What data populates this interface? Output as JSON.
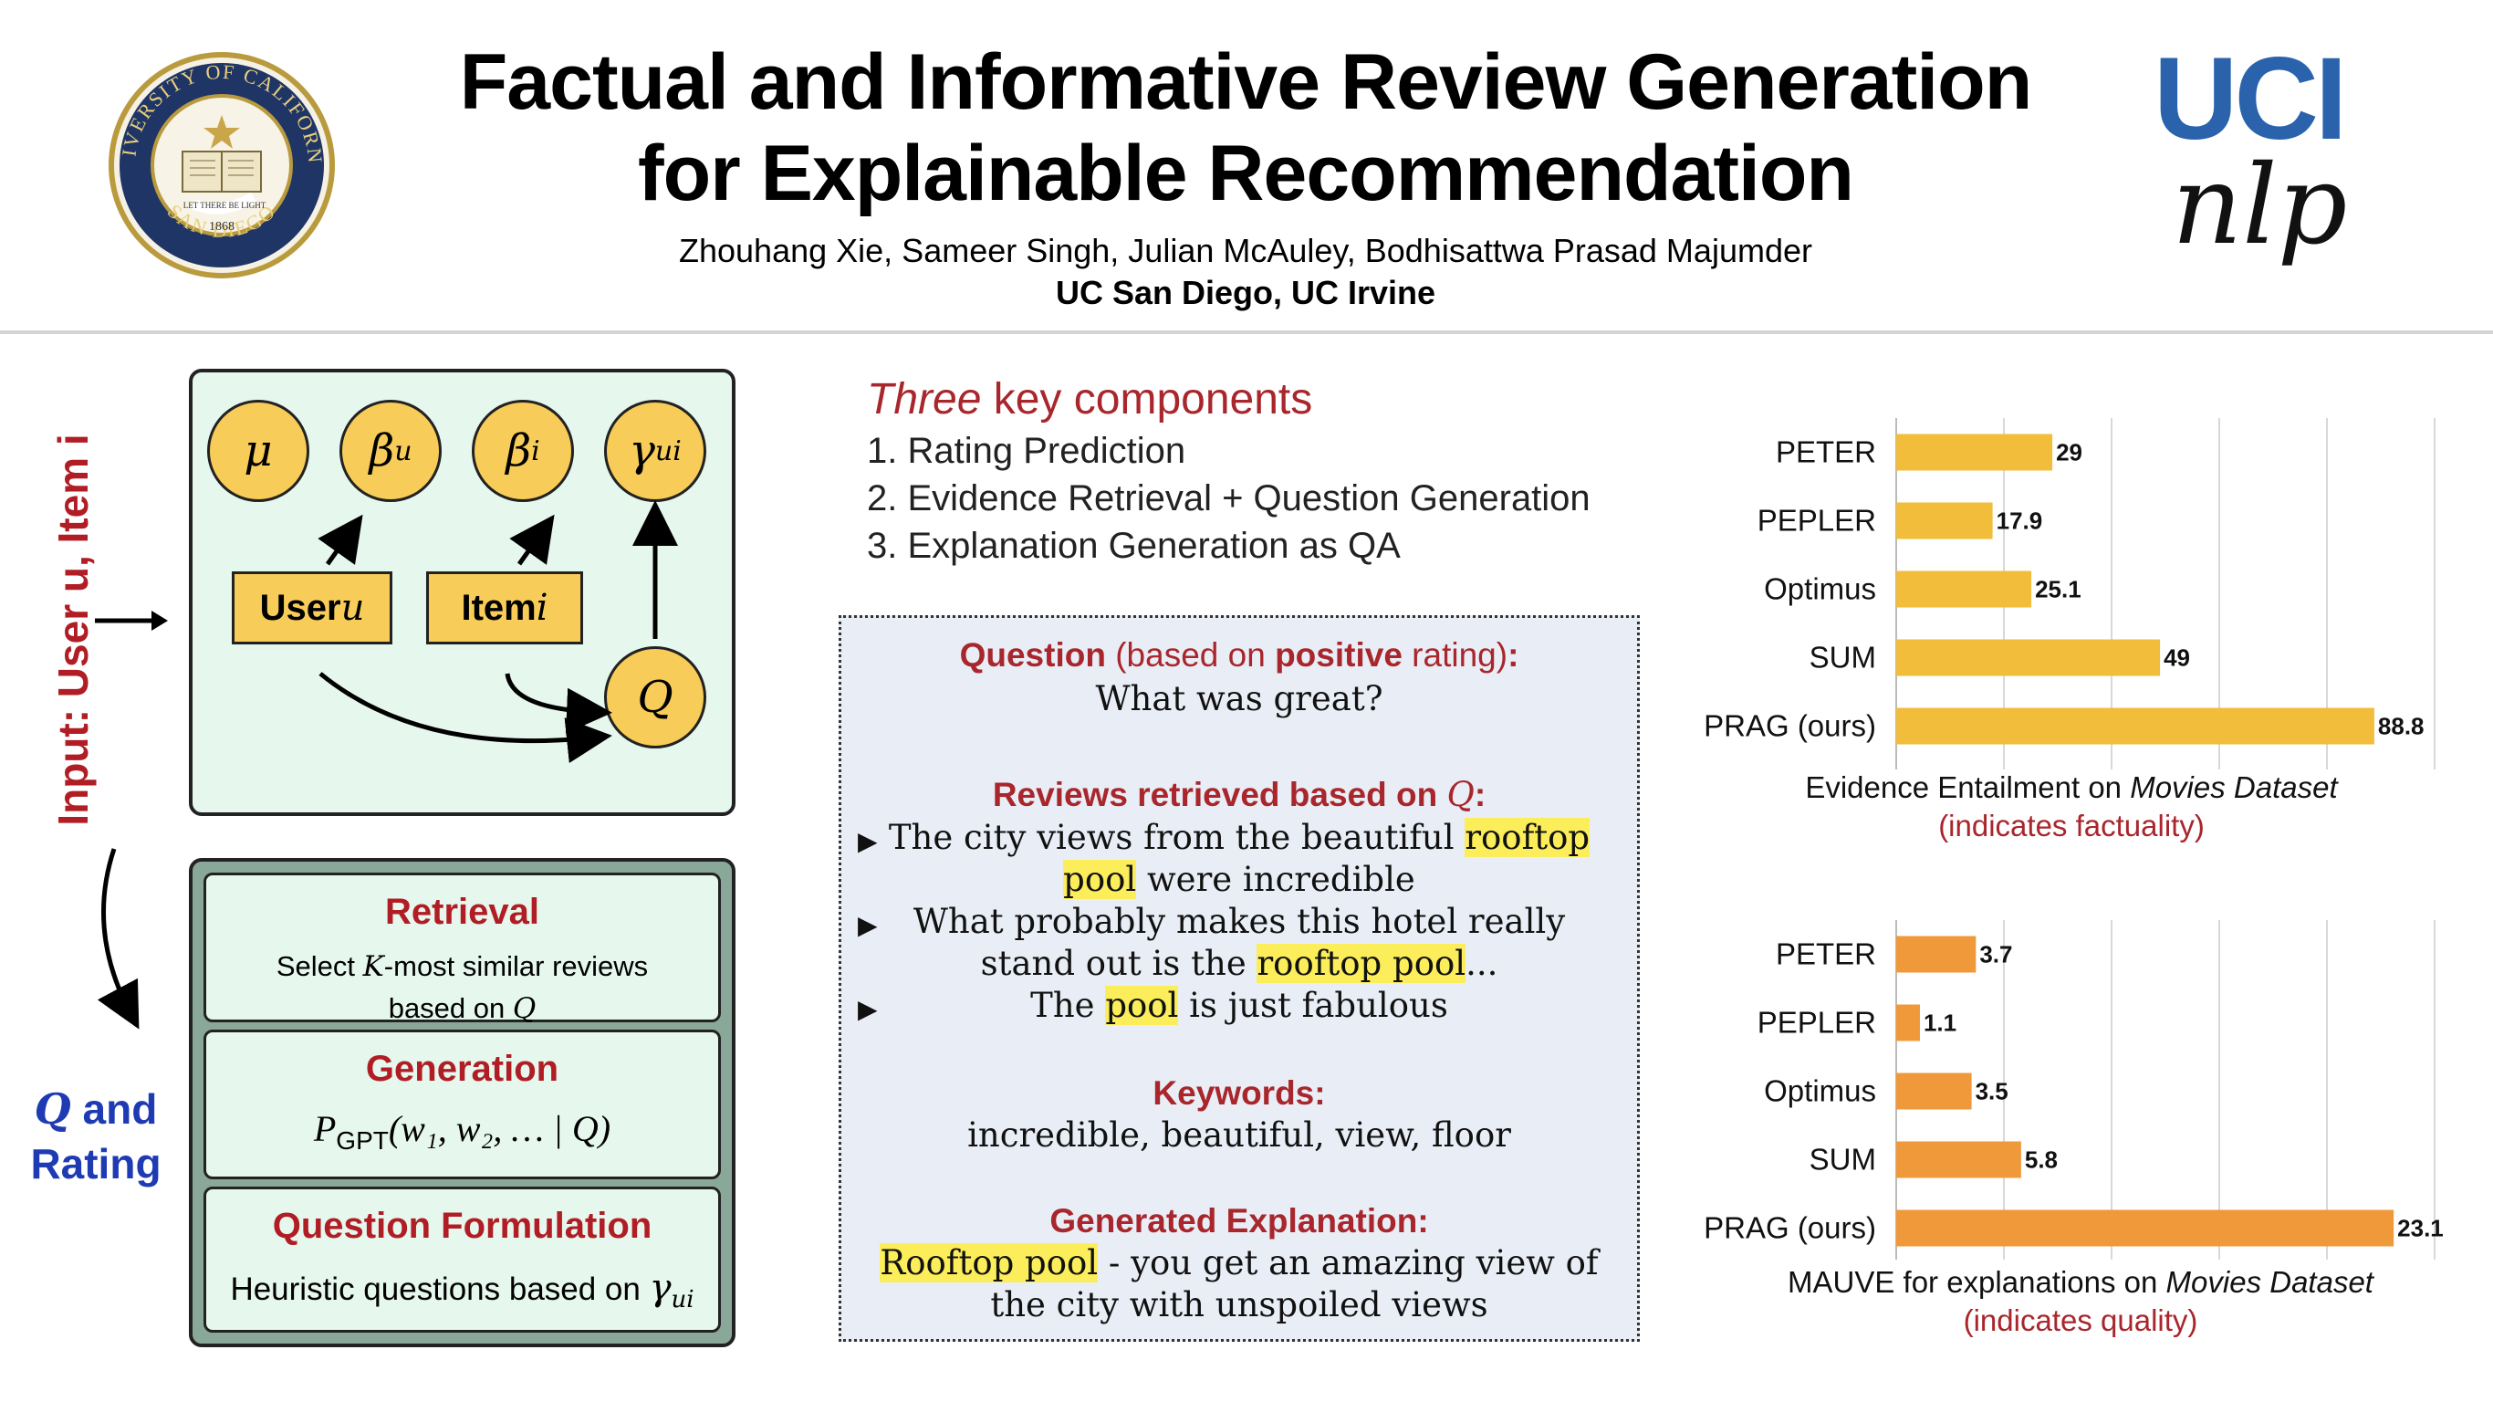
{
  "header": {
    "title_line1": "Factual and Informative Review Generation",
    "title_line2": "for Explainable Recommendation",
    "authors": "Zhouhang Xie, Sameer Singh, Julian McAuley, Bodhisattwa Prasad Majumder",
    "affiliations": "UC San Diego, UC Irvine",
    "left_logo": {
      "ring_text_top": "UNIVERSITY OF CALIFORNIA",
      "ring_text_bottom": "SAN DIEGO",
      "ribbon": "LET THERE BE LIGHT",
      "year": "1868"
    },
    "right_logo": {
      "line1": "UCI",
      "line2": "nlp"
    }
  },
  "model": {
    "input_label": "Input: User u, Item i",
    "nodes": [
      "μ",
      "β",
      "β",
      "γ"
    ],
    "node_subscripts": [
      "",
      "u",
      "i",
      "ui"
    ],
    "q_node": "Q",
    "user_box": "User ",
    "user_var": "u",
    "item_box": "Item ",
    "item_var": "i",
    "output_label_q": "Q",
    "output_label_and": " and",
    "output_label_rating": "Rating"
  },
  "stages": [
    {
      "title": "Retrieval",
      "text1": "Select ",
      "text_var": "K",
      "text2": "-most similar reviews",
      "text3": "based on ",
      "text_var2": "Q"
    },
    {
      "title": "Generation",
      "formula": "P",
      "formula_sub": "GPT",
      "formula_rest": "(w₁, w₂, … | Q)"
    },
    {
      "title": "Question Formulation",
      "text": "Heuristic questions based on ",
      "text_var": "γ",
      "text_sub": "ui"
    }
  ],
  "components": {
    "title_italic": "Three",
    "title_rest": " key components",
    "items": [
      "1. Rating Prediction",
      "2. Evidence Retrieval + Question Generation",
      "3. Explanation Generation as QA"
    ]
  },
  "example": {
    "question_label": "Question",
    "question_paren_open": " (based on ",
    "question_positive": "positive",
    "question_paren_close": " rating)",
    "question_colon": ":",
    "question_text": "What was great?",
    "reviews_label": "Reviews retrieved based on ",
    "reviews_var": "Q",
    "reviews_colon": ":",
    "review1_a": "The city views from the beautiful ",
    "review1_hl": "rooftop",
    "review1_b_hl": "pool",
    "review1_c": " were incredible",
    "review2_a": "What probably makes this hotel really",
    "review2_b": "stand out is the ",
    "review2_hl": "rooftop pool",
    "review2_c": "...",
    "review3_a": "The ",
    "review3_hl": "pool",
    "review3_b": " is just fabulous",
    "keywords_label": "Keywords:",
    "keywords": "incredible, beautiful, view, floor",
    "generated_label": "Generated Explanation:",
    "generated_hl": "Rooftop pool",
    "generated_a": " - you get an amazing view of",
    "generated_b": "the city with unspoiled views"
  },
  "chart_data": [
    {
      "type": "bar",
      "orientation": "horizontal",
      "categories": [
        "PETER",
        "PEPLER",
        "Optimus",
        "SUM",
        "PRAG (ours)"
      ],
      "values": [
        29,
        17.9,
        25.1,
        49,
        88.8
      ],
      "value_labels": [
        "29",
        "17.9",
        "25.1",
        "49",
        "88.8"
      ],
      "title": "Evidence Entailment on ",
      "title_italic": "Movies Dataset",
      "subtitle": "(indicates factuality)",
      "xlim": [
        0,
        100
      ],
      "grid": true,
      "color": "#f1bd3b"
    },
    {
      "type": "bar",
      "orientation": "horizontal",
      "categories": [
        "PETER",
        "PEPLER",
        "Optimus",
        "SUM",
        "PRAG (ours)"
      ],
      "values": [
        3.7,
        1.1,
        3.5,
        5.8,
        23.1
      ],
      "value_labels": [
        "3.7",
        "1.1",
        "3.5",
        "5.8",
        "23.1"
      ],
      "title": "MAUVE for explanations on ",
      "title_italic": "Movies Dataset",
      "subtitle": "(indicates quality)",
      "xlim": [
        0,
        25
      ],
      "grid": true,
      "color": "#f0993a"
    }
  ]
}
